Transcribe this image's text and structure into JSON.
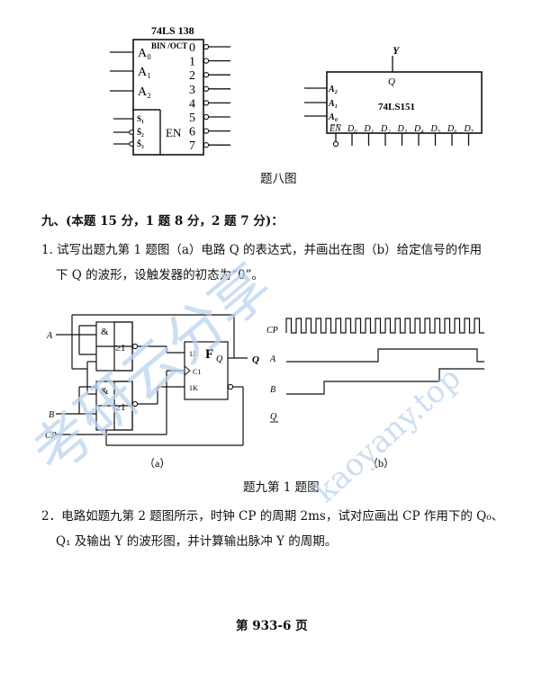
{
  "top_left_chip": {
    "title": "74LS 138",
    "func": "BIN /OCT",
    "inputs": [
      "A₀",
      "A₁",
      "A₂"
    ],
    "enables": [
      "S₁",
      "S̄₂",
      "S̄₃"
    ],
    "enable_label": "EN",
    "outputs": [
      "0",
      "1",
      "2",
      "3",
      "4",
      "5",
      "6",
      "7"
    ]
  },
  "top_right_chip": {
    "output_label": "Y",
    "q_label": "Q",
    "title": "74LS151",
    "inputs": [
      "A₂",
      "A₁",
      "A₀"
    ],
    "enable": "E̅N̅",
    "data_inputs": [
      "D₀",
      "D₁",
      "D₂",
      "D₃",
      "D₄",
      "D₅",
      "D₆",
      "D₇"
    ]
  },
  "fig8_caption": "题八图",
  "q9": {
    "header": "九、(本题 15 分，1 题 8 分，2 题 7 分)：",
    "p1_line1": "1. 试写出题九第 1 题图（a）电路 Q 的表达式，并画出在图（b）给定信号的作用",
    "p1_line2": "下 Q 的波形，设触发器的初态为“0”。",
    "circuit": {
      "in_a": "A",
      "in_b": "B",
      "in_cp": "CP",
      "and_sym": "&",
      "or_sym": "≥1",
      "ff_name": "F",
      "pins": [
        "1J",
        "C1",
        "1K"
      ],
      "q_out": "Q",
      "q_ext": "Q",
      "label": "（a）"
    },
    "waves": {
      "labels": [
        "CP",
        "A",
        "B",
        "Q"
      ],
      "label": "（b）"
    },
    "fig_caption": "题九第 1 题图",
    "p2_line1": "2．电路如题九第 2 题图所示，时钟 CP 的周期 2ms，试对应画出 CP 作用下的 Q₀、",
    "p2_line2": "Q₁ 及输出 Y 的波形图，并计算输出脉冲 Y 的周期。"
  },
  "page_number": "第 933-6 页",
  "watermark": {
    "cn": "考研云分享",
    "url": "kaoyany.top"
  }
}
